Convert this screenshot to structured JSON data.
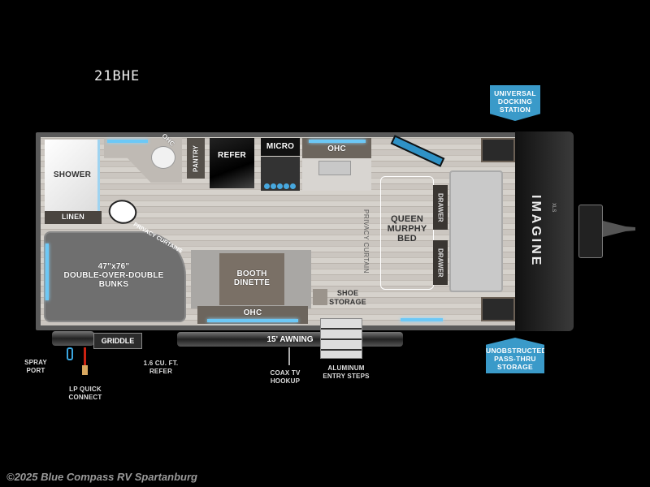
{
  "model": {
    "title": "21BHE",
    "brand": "IMAGINE",
    "brand_sub": "XLS"
  },
  "callouts": {
    "docking": "UNIVERSAL DOCKING STATION",
    "passthru": "UNOBSTRUCTED PASS-THRU STORAGE"
  },
  "rooms": {
    "shower": "SHOWER",
    "linen": "LINEN",
    "vanity_ohc": "OHC",
    "pantry": "PANTRY",
    "refer": "REFER",
    "micro": "MICRO",
    "kitchen_ohc": "OHC",
    "bunks_size": "47\"x76\"",
    "bunks_type": "DOUBLE-OVER-DOUBLE",
    "bunks_label": "BUNKS",
    "bunk_curtains": "PRIVACY CURTAINS",
    "dinette_line1": "BOOTH",
    "dinette_line2": "DINETTE",
    "dinette_ohc": "OHC",
    "shoe_line1": "SHOE",
    "shoe_line2": "STORAGE",
    "privacy_curtain": "PRIVACY CURTAIN",
    "murphy_line1": "QUEEN",
    "murphy_line2": "MURPHY",
    "murphy_line3": "BED",
    "drawer_top": "DRAWER",
    "drawer_bottom": "DRAWER"
  },
  "exterior": {
    "griddle": "GRIDDLE",
    "awning": "15' AWNING",
    "spray_port": "SPRAY PORT",
    "lp_quick_connect": "LP QUICK CONNECT",
    "outdoor_refer": "1.6 CU. FT. REFER",
    "coax": "COAX TV HOOKUP",
    "entry_steps": "ALUMINUM ENTRY STEPS"
  },
  "footer": {
    "copyright": "©2025 Blue Compass RV Spartanburg"
  },
  "colors": {
    "callout": "#3a9ac9",
    "led": "#6cc8f6",
    "background": "#000000"
  }
}
